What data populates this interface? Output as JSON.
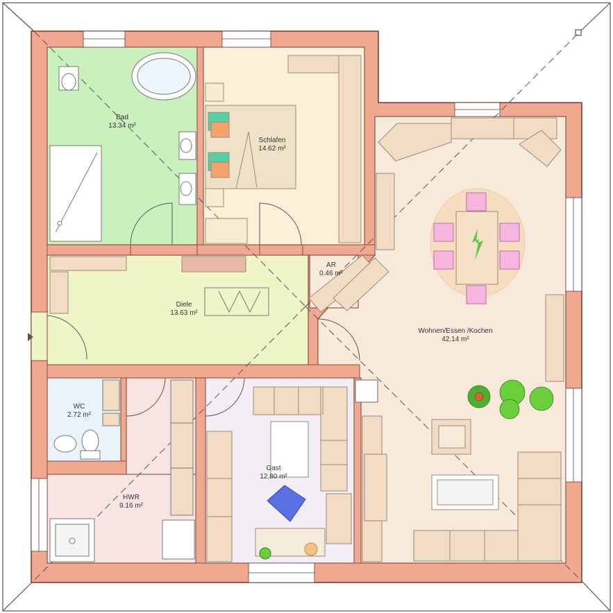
{
  "plan": {
    "colors": {
      "wall": "#f0a890",
      "wall_stroke": "#6b3b30",
      "bad": "#c9f0bd",
      "schlafen": "#fbf1d9",
      "diele": "#f0f5c8",
      "wohnen": "#f7eadb",
      "hwr": "#f8e4e2",
      "gast": "#f3eef6",
      "wc": "#eaf3fa",
      "furniture": "#f2dcc4",
      "furniture_stroke": "#9a8a7a",
      "chair": "#f6b6df",
      "blue_chair": "#5a6fe0"
    },
    "rooms": [
      {
        "id": "bad",
        "name": "Bad",
        "area": "13.34 m²"
      },
      {
        "id": "schlafen",
        "name": "Schlafen",
        "area": "14.62 m²"
      },
      {
        "id": "ar",
        "name": "AR",
        "area": "0.46 m²"
      },
      {
        "id": "diele",
        "name": "Diele",
        "area": "13.63 m²"
      },
      {
        "id": "wohnen",
        "name": "Wohnen/Essen /Kochen",
        "area": "42.14 m²"
      },
      {
        "id": "wc",
        "name": "WC",
        "area": "2.72 m²"
      },
      {
        "id": "gast",
        "name": "Gast",
        "area": "12.80 m²"
      },
      {
        "id": "hwr",
        "name": "HWR",
        "area": "9.16 m²"
      }
    ]
  }
}
